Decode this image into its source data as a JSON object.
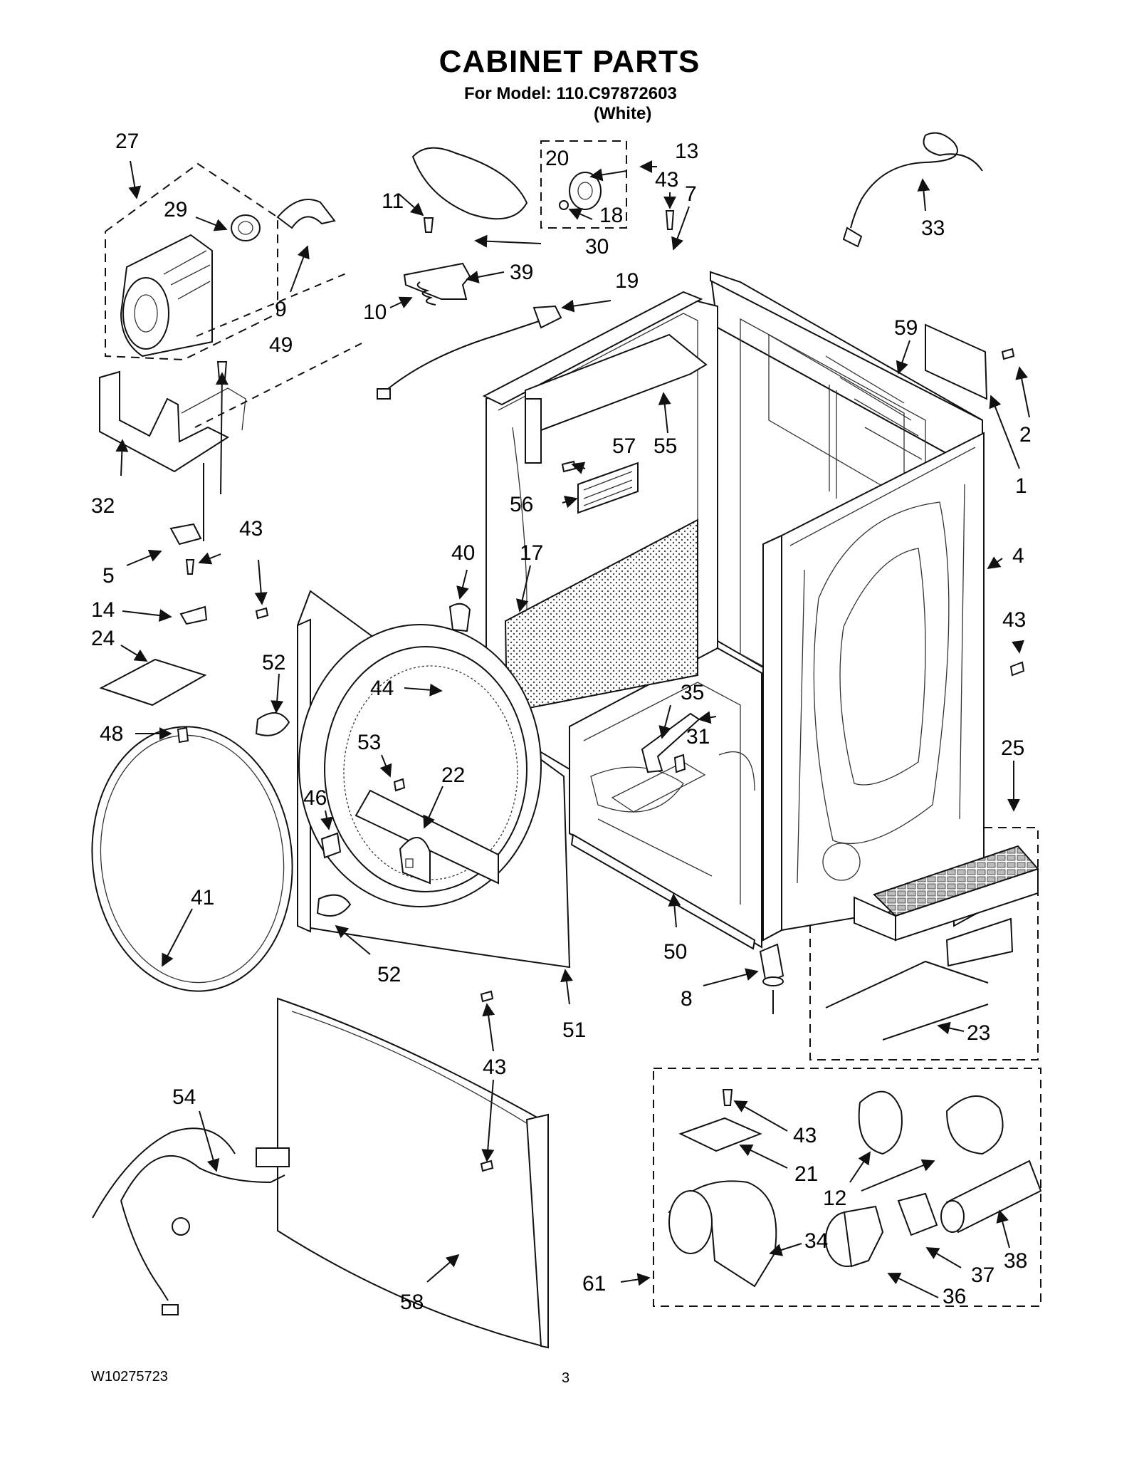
{
  "header": {
    "title": "CABINET PARTS",
    "model_line": "For Model: 110.C97872603",
    "color_line": "(White)"
  },
  "footer": {
    "doc_number": "W10275723",
    "page_number": "3"
  },
  "callouts": [
    "1",
    "2",
    "4",
    "5",
    "7",
    "8",
    "9",
    "10",
    "11",
    "12",
    "13",
    "14",
    "17",
    "18",
    "19",
    "20",
    "21",
    "22",
    "23",
    "24",
    "25",
    "27",
    "29",
    "30",
    "31",
    "32",
    "33",
    "34",
    "35",
    "36",
    "37",
    "38",
    "39",
    "40",
    "41",
    "43",
    "44",
    "46",
    "48",
    "49",
    "50",
    "51",
    "52",
    "53",
    "54",
    "55",
    "56",
    "57",
    "58",
    "59",
    "61"
  ]
}
